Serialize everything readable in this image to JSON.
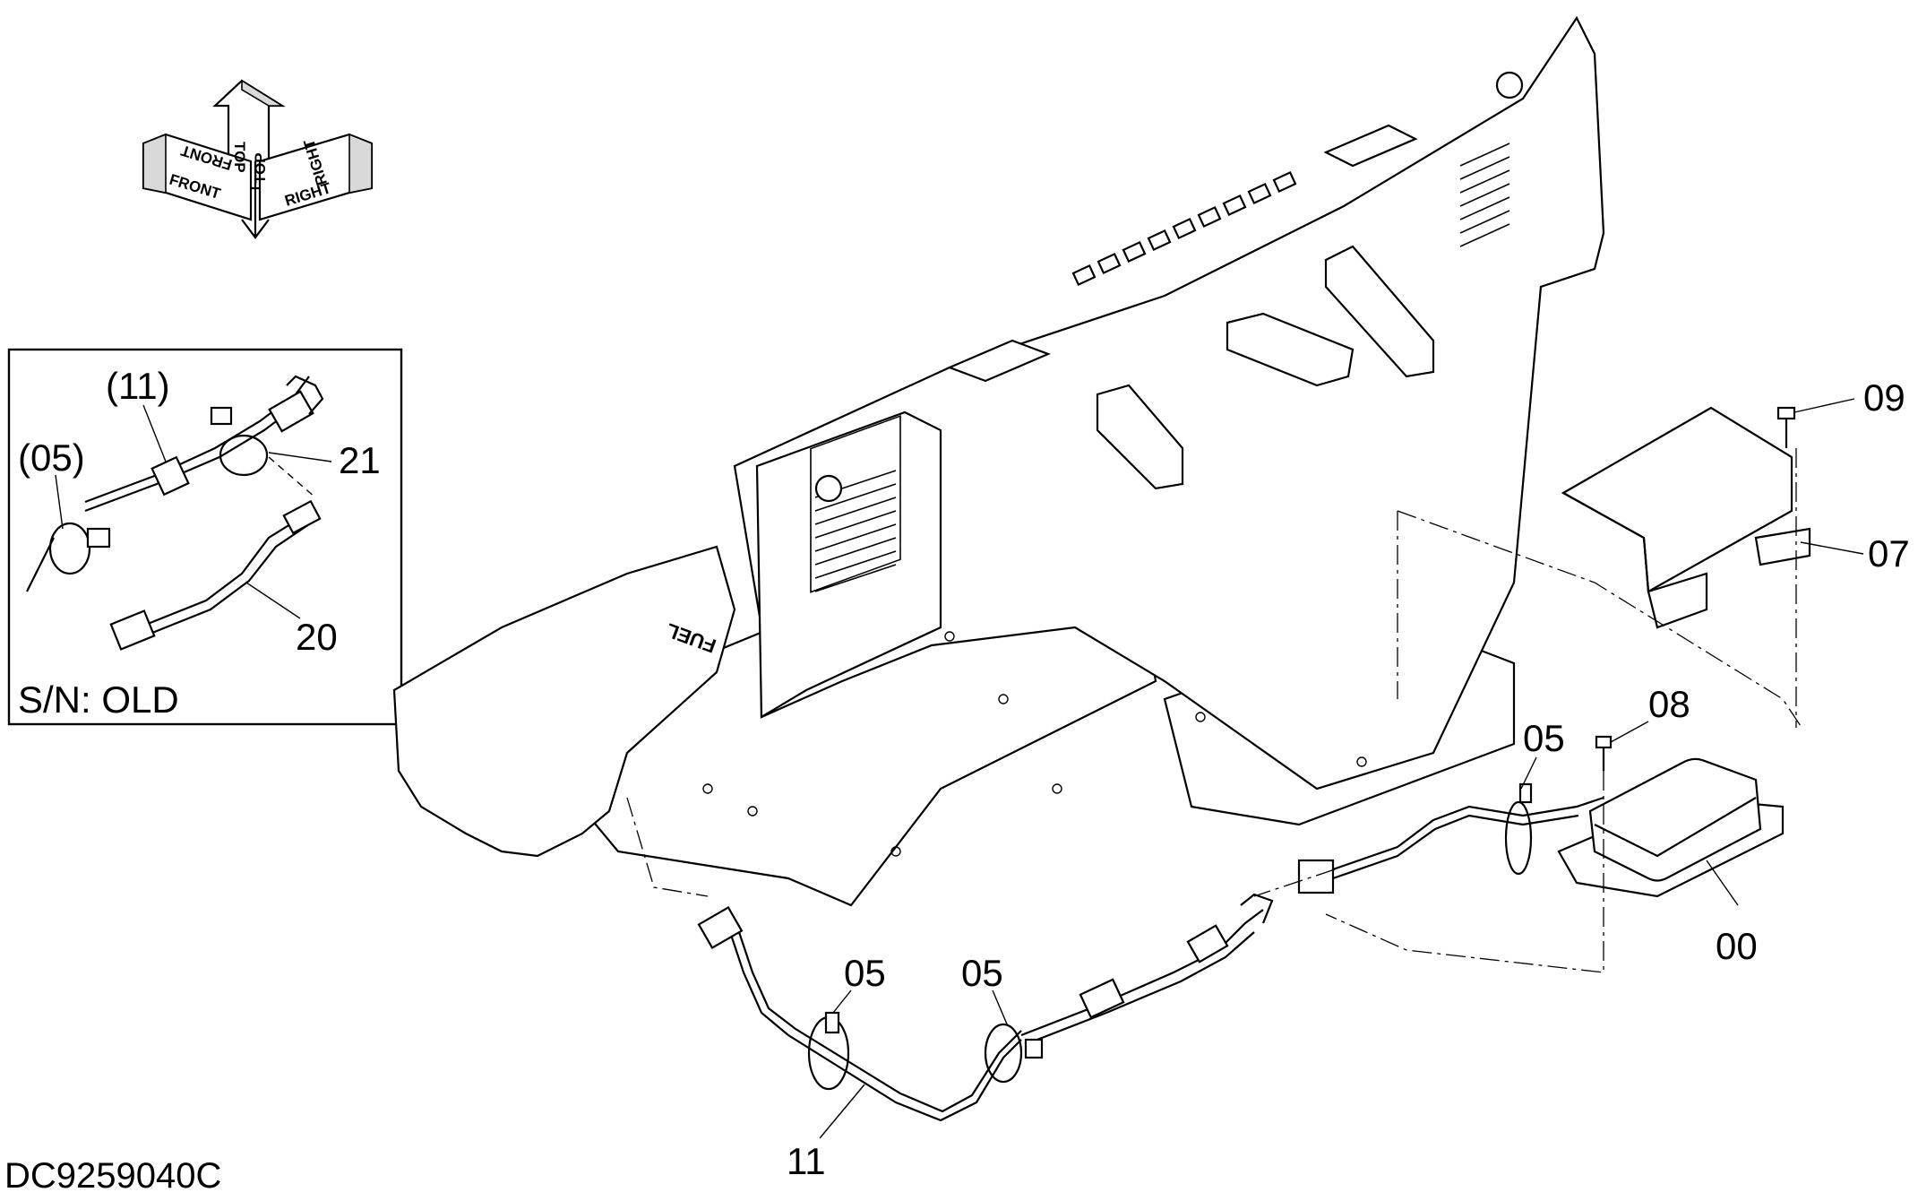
{
  "drawing": {
    "drawing_number": "DC9259040C",
    "orientation_labels": {
      "front": "FRONT",
      "top": "TOP",
      "right": "RIGHT"
    },
    "inset": {
      "serial_note": "S/N: OLD",
      "callouts": [
        {
          "id": "inset-11",
          "text": "(11)"
        },
        {
          "id": "inset-05",
          "text": "(05)"
        },
        {
          "id": "inset-21",
          "text": "21"
        },
        {
          "id": "inset-20",
          "text": "20"
        }
      ]
    },
    "callouts": [
      {
        "id": "09",
        "text": "09"
      },
      {
        "id": "07",
        "text": "07"
      },
      {
        "id": "08",
        "text": "08"
      },
      {
        "id": "05a",
        "text": "05"
      },
      {
        "id": "00",
        "text": "00"
      },
      {
        "id": "05b",
        "text": "05"
      },
      {
        "id": "05c",
        "text": "05"
      },
      {
        "id": "11",
        "text": "11"
      }
    ],
    "panel_marking": "FUEL"
  }
}
